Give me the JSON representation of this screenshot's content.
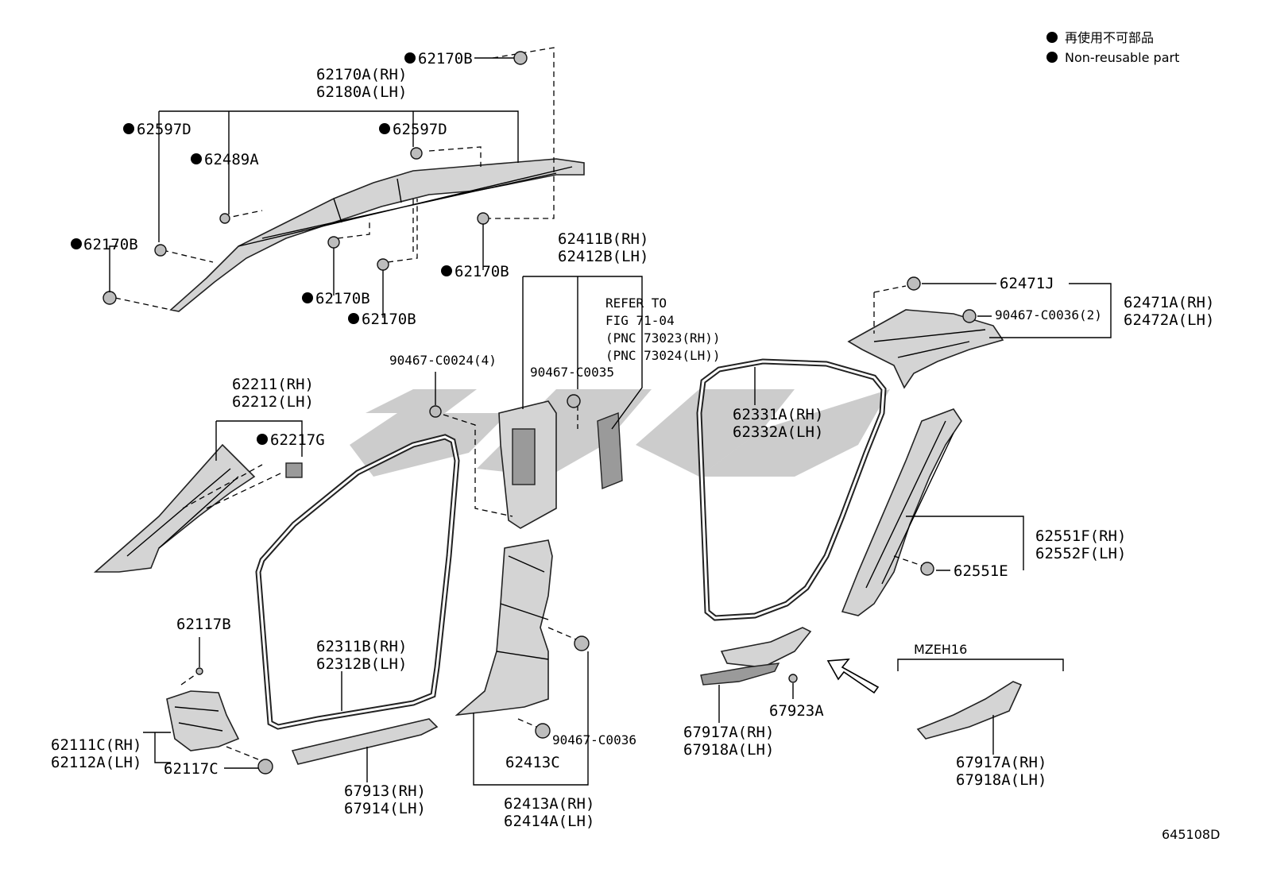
{
  "legend": {
    "jp": "再使用不可部品",
    "en": "Non-reusable part"
  },
  "labels": {
    "top_clip": "62170B",
    "airbag_rh": "62170A(RH)",
    "airbag_lh": "62180A(LH)",
    "clip_l": "62597D",
    "clip_r": "62597D",
    "clip_489": "62489A",
    "clip_left": "62170B",
    "clip_m1": "62170B",
    "clip_m2": "62170B",
    "clip_right": "62170B",
    "b_upper_rh": "62411B(RH)",
    "b_upper_lh": "62412B(LH)",
    "refer1": "REFER TO",
    "refer2": "FIG 71-04",
    "refer3": "(PNC 73023(RH))",
    "refer4": "(PNC 73024(LH))",
    "screw4": "90467-C0024(4)",
    "screw35": "90467-C0035",
    "a_pillar_rh": "62211(RH)",
    "a_pillar_lh": "62212(LH)",
    "clip_217": "62217G",
    "front_seal_rh": "62311B(RH)",
    "front_seal_lh": "62312B(LH)",
    "bolt_117b": "62117B",
    "cowl_rh": "62111C(RH)",
    "cowl_lh": "62112A(LH)",
    "clip_117c": "62117C",
    "scuff_rh": "67913(RH)",
    "scuff_lh": "67914(LH)",
    "screw36": "90467-C0036",
    "b_lower_c": "62413C",
    "b_lower_rh": "62413A(RH)",
    "b_lower_lh": "62414A(LH)",
    "clip_471j": "62471J",
    "c_upper_rh": "62471A(RH)",
    "c_upper_lh": "62472A(LH)",
    "screw36_2": "90467-C0036(2)",
    "rear_seal_rh": "62331A(RH)",
    "rear_seal_lh": "62332A(LH)",
    "c_lower_rh": "62551F(RH)",
    "c_lower_lh": "62552F(LH)",
    "clip_551e": "62551E",
    "rear_scuff_rh": "67917A(RH)",
    "rear_scuff_lh": "67918A(LH)",
    "clip_923": "67923A",
    "variant": "MZEH16",
    "variant_scuff_rh": "67917A(RH)",
    "variant_scuff_lh": "67918A(LH)"
  },
  "figure_id": "645108D"
}
